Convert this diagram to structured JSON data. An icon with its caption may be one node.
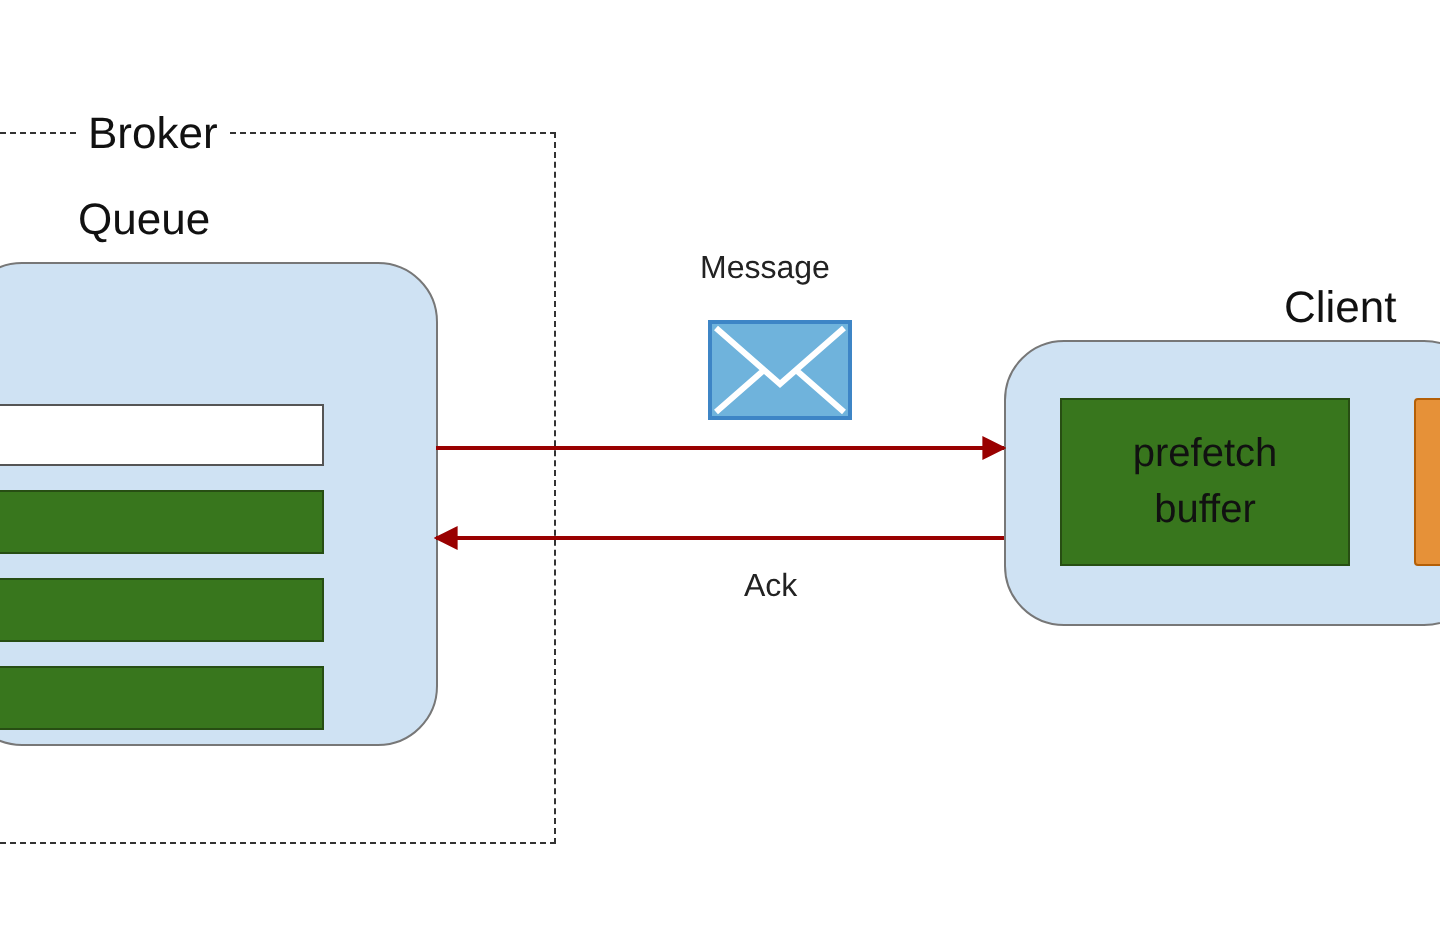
{
  "diagram": {
    "nodes": [
      {
        "text": [
          "Broker"
        ]
      },
      {
        "text": [
          "Queue"
        ],
        "in": 0
      },
      {
        "text": [],
        "shape": "bar",
        "in": 1
      },
      {
        "text": [],
        "shape": "bar",
        "in": 1
      },
      {
        "text": [],
        "shape": "bar",
        "in": 1
      },
      {
        "text": [],
        "shape": "bar",
        "in": 1
      },
      {
        "text": [
          "Client"
        ]
      },
      {
        "text": [
          "prefetch buffer"
        ],
        "in": 6
      },
      {
        "text": [],
        "shape": "box",
        "in": 6
      }
    ],
    "edges": [
      {
        "from": 1,
        "to": 6,
        "arrow": "to"
      },
      {
        "from": 6,
        "to": 1,
        "arrow": "to",
        "label": "Ack"
      }
    ],
    "labels": [
      "Message"
    ]
  }
}
